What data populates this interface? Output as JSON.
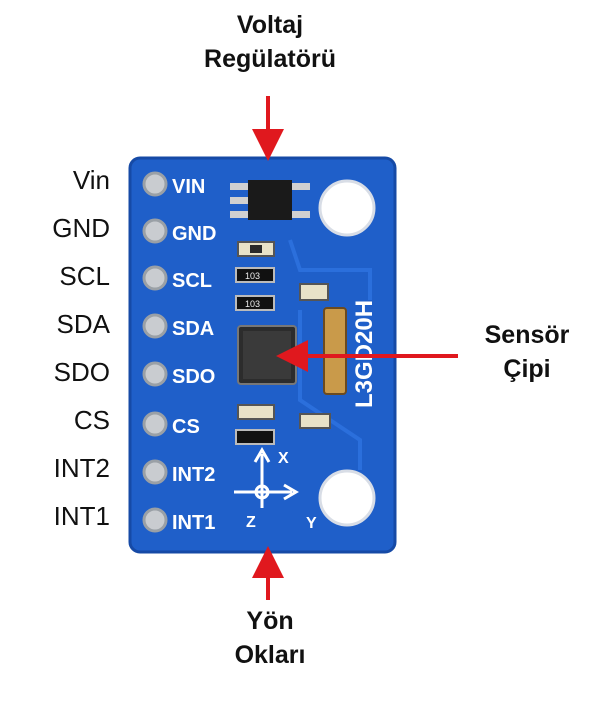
{
  "callouts": {
    "regulator": [
      "Voltaj",
      "Regülatörü"
    ],
    "sensor": [
      "Sensör",
      "Çipi"
    ],
    "arrows": [
      "Yön",
      "Okları"
    ]
  },
  "pins": [
    "Vin",
    "GND",
    "SCL",
    "SDA",
    "SDO",
    "CS",
    "INT2",
    "INT1"
  ],
  "board": {
    "silk_pins": [
      "VIN",
      "GND",
      "SCL",
      "SDA",
      "SDO",
      "CS",
      "INT2",
      "INT1"
    ],
    "chip_text": "L3GD20H",
    "resistor_codes": [
      "103",
      "103"
    ],
    "axis_labels": {
      "x": "X",
      "y": "Y",
      "z": "Z"
    }
  },
  "colors": {
    "board": "#1f5fc9",
    "board_edge": "#164aa6",
    "arrow": "#e0181e",
    "pad": "#c9ccd0"
  }
}
